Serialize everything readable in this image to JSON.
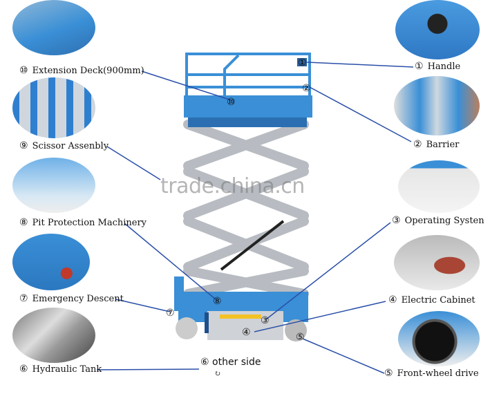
{
  "watermark": "trade.china.cn",
  "center_note": {
    "number": "⑥",
    "text": "other side",
    "icon": "rotate-icon",
    "glyph": "↻"
  },
  "colors": {
    "lift_blue": "#3a8fd6",
    "scissor_gray": "#c9ccd0",
    "line_blue": "#2a4fa8"
  },
  "left_labels": [
    {
      "number": "⑩",
      "text": "Extension Deck(900mm)"
    },
    {
      "number": "⑨",
      "text": "Scissor Assenbly"
    },
    {
      "number": "⑧",
      "text": "Pit Protection Machinery"
    },
    {
      "number": "⑦",
      "text": "Emergency Descent"
    },
    {
      "number": "⑥",
      "text": "Hydraulic Tank"
    }
  ],
  "right_labels": [
    {
      "number": "①",
      "text": "Handle"
    },
    {
      "number": "②",
      "text": "Barrier"
    },
    {
      "number": "③",
      "text": "Operating Systen"
    },
    {
      "number": "④",
      "text": "Electric Cabinet"
    },
    {
      "number": "⑤",
      "text": "Front-wheel drive"
    }
  ],
  "lift_markers": [
    "①",
    "②",
    "③",
    "④",
    "⑤",
    "⑦",
    "⑧",
    "⑩"
  ]
}
